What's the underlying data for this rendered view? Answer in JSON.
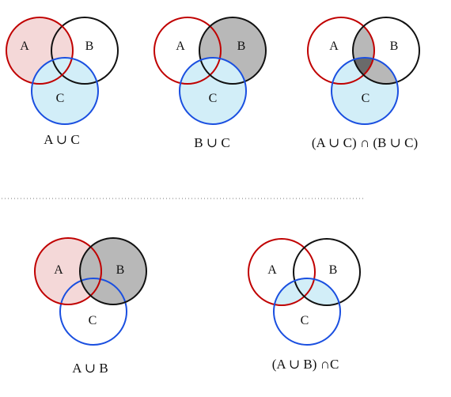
{
  "colors": {
    "circle_a": "#c00000",
    "circle_b": "#111111",
    "circle_c": "#1a4fe0",
    "fill_a": "#f4d8d8",
    "fill_b": "#b8b8b8",
    "fill_c": "#d2eef8",
    "fill_abc": "#6a6a6a",
    "separator": "#777777"
  },
  "diagrams": [
    {
      "labels": {
        "a": "A",
        "b": "B",
        "c": "C"
      },
      "caption": "A ∪ C"
    },
    {
      "labels": {
        "a": "A",
        "b": "B",
        "c": "C"
      },
      "caption": "B ∪ C"
    },
    {
      "labels": {
        "a": "A",
        "b": "B",
        "c": "C"
      },
      "caption": "(A ∪ C) ∩ (B ∪ C)"
    },
    {
      "labels": {
        "a": "A",
        "b": "B",
        "c": "C"
      },
      "caption": "A ∪ B"
    },
    {
      "labels": {
        "a": "A",
        "b": "B",
        "c": "C"
      },
      "caption": "(A ∪ B) ∩C"
    }
  ]
}
